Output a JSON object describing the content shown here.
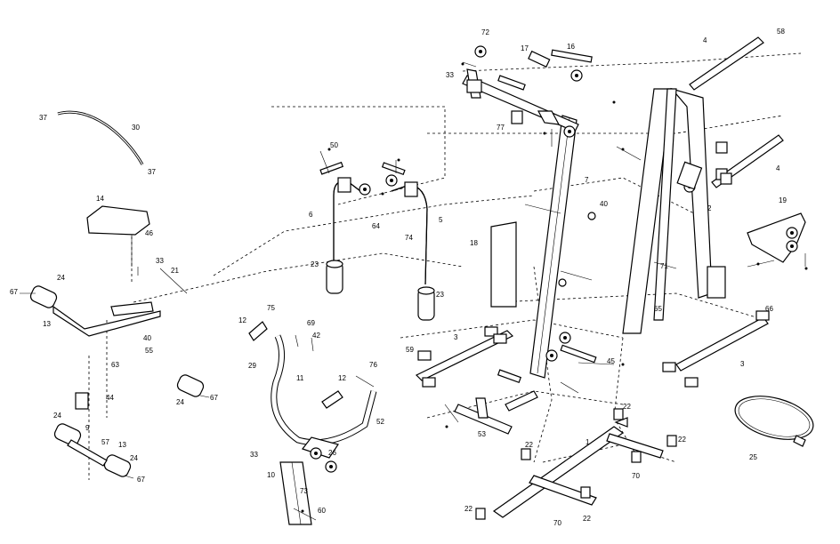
{
  "labels": [
    {
      "id": "l1",
      "text": "1"
    },
    {
      "id": "l2",
      "text": "2"
    },
    {
      "id": "l3a",
      "text": "3"
    },
    {
      "id": "l3b",
      "text": "3"
    },
    {
      "id": "l4a",
      "text": "4"
    },
    {
      "id": "l4b",
      "text": "4"
    },
    {
      "id": "l5",
      "text": "5"
    },
    {
      "id": "l6",
      "text": "6"
    },
    {
      "id": "l7",
      "text": "7"
    },
    {
      "id": "l9",
      "text": "9"
    },
    {
      "id": "l10",
      "text": "10"
    },
    {
      "id": "l11",
      "text": "11"
    },
    {
      "id": "l12a",
      "text": "12"
    },
    {
      "id": "l12b",
      "text": "12"
    },
    {
      "id": "l13a",
      "text": "13"
    },
    {
      "id": "l13b",
      "text": "13"
    },
    {
      "id": "l14",
      "text": "14"
    },
    {
      "id": "l16",
      "text": "16"
    },
    {
      "id": "l17",
      "text": "17"
    },
    {
      "id": "l18",
      "text": "18"
    },
    {
      "id": "l19",
      "text": "19"
    },
    {
      "id": "l21",
      "text": "21"
    },
    {
      "id": "l22a",
      "text": "22"
    },
    {
      "id": "l22b",
      "text": "22"
    },
    {
      "id": "l22c",
      "text": "22"
    },
    {
      "id": "l22d",
      "text": "22"
    },
    {
      "id": "l22e",
      "text": "22"
    },
    {
      "id": "l23a",
      "text": "23"
    },
    {
      "id": "l23b",
      "text": "23"
    },
    {
      "id": "l24a",
      "text": "24"
    },
    {
      "id": "l24b",
      "text": "24"
    },
    {
      "id": "l24c",
      "text": "24"
    },
    {
      "id": "l24d",
      "text": "24"
    },
    {
      "id": "l25",
      "text": "25"
    },
    {
      "id": "l26",
      "text": "26"
    },
    {
      "id": "l29",
      "text": "29"
    },
    {
      "id": "l30",
      "text": "30"
    },
    {
      "id": "l33a",
      "text": "33"
    },
    {
      "id": "l33b",
      "text": "33"
    },
    {
      "id": "l33c",
      "text": "33"
    },
    {
      "id": "l37a",
      "text": "37"
    },
    {
      "id": "l37b",
      "text": "37"
    },
    {
      "id": "l40a",
      "text": "40"
    },
    {
      "id": "l40b",
      "text": "40"
    },
    {
      "id": "l42",
      "text": "42"
    },
    {
      "id": "l44",
      "text": "44"
    },
    {
      "id": "l45",
      "text": "45"
    },
    {
      "id": "l46",
      "text": "46"
    },
    {
      "id": "l50",
      "text": "50"
    },
    {
      "id": "l52",
      "text": "52"
    },
    {
      "id": "l53",
      "text": "53"
    },
    {
      "id": "l55",
      "text": "55"
    },
    {
      "id": "l57",
      "text": "57"
    },
    {
      "id": "l58",
      "text": "58"
    },
    {
      "id": "l59",
      "text": "59"
    },
    {
      "id": "l60",
      "text": "60"
    },
    {
      "id": "l63",
      "text": "63"
    },
    {
      "id": "l64",
      "text": "64"
    },
    {
      "id": "l65",
      "text": "65"
    },
    {
      "id": "l66",
      "text": "66"
    },
    {
      "id": "l67a",
      "text": "67"
    },
    {
      "id": "l67b",
      "text": "67"
    },
    {
      "id": "l67c",
      "text": "67"
    },
    {
      "id": "l69",
      "text": "69"
    },
    {
      "id": "l70a",
      "text": "70"
    },
    {
      "id": "l70b",
      "text": "70"
    },
    {
      "id": "l71",
      "text": "71"
    },
    {
      "id": "l72",
      "text": "72"
    },
    {
      "id": "l73",
      "text": "73"
    },
    {
      "id": "l74",
      "text": "74"
    },
    {
      "id": "l75",
      "text": "75"
    },
    {
      "id": "l76",
      "text": "76"
    },
    {
      "id": "l77",
      "text": "77"
    }
  ]
}
